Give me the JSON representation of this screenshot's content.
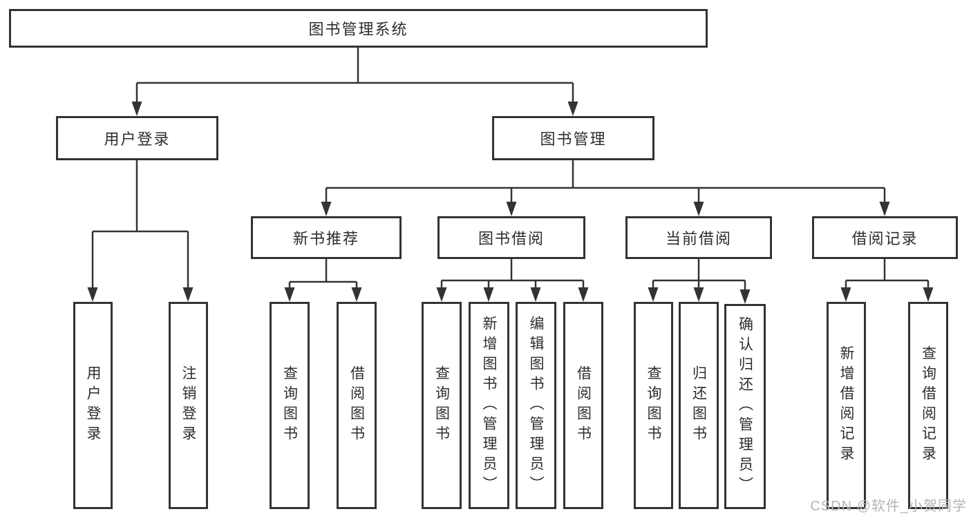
{
  "colors": {
    "line": "#333333",
    "text": "#2d2d2d",
    "background": "#ffffff",
    "watermark": "#b4b4b4"
  },
  "watermark": "CSDN @软件_小贺同学",
  "tree": {
    "label": "图书管理系统",
    "children": [
      {
        "label": "用户登录",
        "children": [
          {
            "label": "用户登录"
          },
          {
            "label": "注销登录"
          }
        ]
      },
      {
        "label": "图书管理",
        "children": [
          {
            "label": "新书推荐",
            "children": [
              {
                "label": "查询图书"
              },
              {
                "label": "借阅图书"
              }
            ]
          },
          {
            "label": "图书借阅",
            "children": [
              {
                "label": "查询图书"
              },
              {
                "label": "新增图书（管理员）"
              },
              {
                "label": "编辑图书（管理员）"
              },
              {
                "label": "借阅图书"
              }
            ]
          },
          {
            "label": "当前借阅",
            "children": [
              {
                "label": "查询图书"
              },
              {
                "label": "归还图书"
              },
              {
                "label": "确认归还（管理员）"
              }
            ]
          },
          {
            "label": "借阅记录",
            "children": [
              {
                "label": "新增借阅记录"
              },
              {
                "label": "查询借阅记录"
              }
            ]
          }
        ]
      }
    ]
  }
}
